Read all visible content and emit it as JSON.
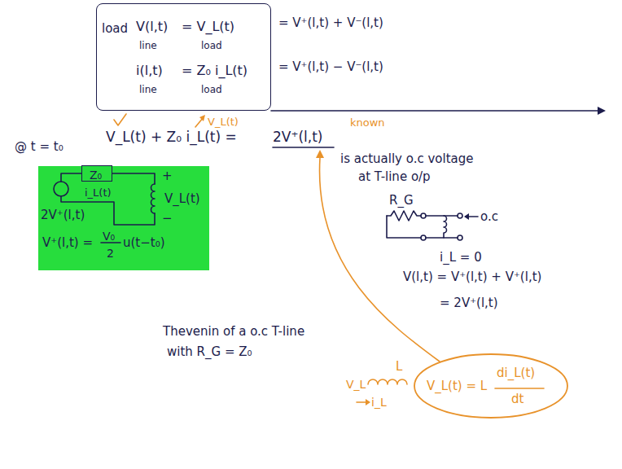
{
  "diagram": {
    "nodes": [
      {
        "text": [
          "load",
          "V(l,t)",
          "line",
          "= V_L(t)",
          "load",
          "i(l,t)",
          "line",
          "= Z₀ i_L(t)",
          "load"
        ]
      },
      {
        "text": [
          "2V⁺(l,t)",
          "i_L(t)",
          "+",
          "V_L(t)",
          "−",
          "V⁺(l,t) =",
          "V₀",
          "2",
          "u(t−t₀)"
        ]
      },
      {
        "text": [
          "Z₀"
        ],
        "in": 1
      },
      {
        "text": [
          "V_L(t) = L",
          "di_L(t)",
          "dt"
        ]
      }
    ],
    "labels": [
      "= V⁺(l,t) + V⁻(l,t)",
      "= V⁺(l,t) − V⁻(l,t)",
      "V_L(t)",
      "known",
      "V_L(t) + Z₀ i_L(t) =",
      "2V⁺(l,t)",
      "is actually o.c voltage",
      "at T-line o/p",
      "@ t = t₀",
      "R_G",
      "o.c",
      "i_L = 0",
      "V(l,t) = V⁺(l,t) + V⁺(l,t)",
      "= 2V⁺(l,t)",
      "Thevenin of a o.c T-line",
      "with R_G = Z₀",
      "V_L",
      "L",
      "i_L"
    ]
  }
}
